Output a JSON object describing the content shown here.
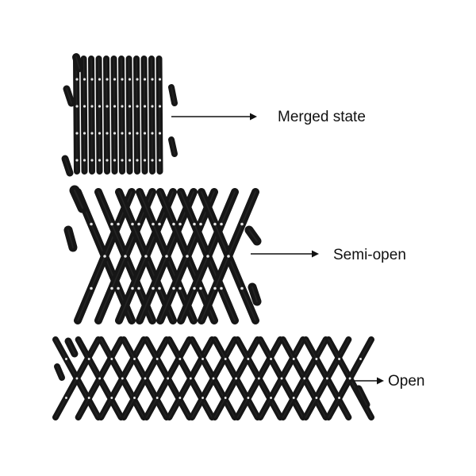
{
  "states": {
    "merged": {
      "label": "Merged state"
    },
    "semi_open": {
      "label": "Semi-open"
    },
    "open": {
      "label": "Open"
    }
  },
  "colors": {
    "background": "#ffffff",
    "slat": "#161616",
    "slat_edge": "#2c2c2c",
    "rivet": "#e6e6e6",
    "arrow": "#111111",
    "label_text": "#111111"
  }
}
